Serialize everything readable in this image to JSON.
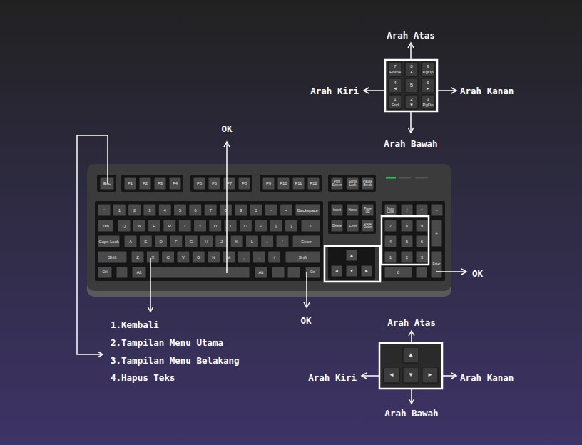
{
  "diagram": {
    "labels": [
      "Arah Atas",
      "Arah Kiri",
      "Arah Kanan",
      "Arah Bawah",
      "OK",
      "1.Kembali",
      "2.Tampilan Menu Utama",
      "3.Tampilan Menu Belakang",
      "4.Hapus Teks",
      "OK",
      "OK",
      "Arah Atas",
      "Arah Kiri",
      "Arah Kanan",
      "Arah Bawah",
      "Esc",
      "F1",
      "F2",
      "F3",
      "F4",
      "F5",
      "F6",
      "F7",
      "F8",
      "F9",
      "F10",
      "F11",
      "F12",
      "Print Screen",
      "Scroll Lock",
      "Pause Break",
      "`",
      "1",
      "2",
      "3",
      "4",
      "5",
      "6",
      "7",
      "8",
      "9",
      "0",
      "-",
      "=",
      "Backspace",
      "Insert",
      "Home",
      "Page Up",
      "Num Lock",
      "/",
      "*",
      "-",
      "Tab",
      "Q",
      "W",
      "E",
      "R",
      "T",
      "Y",
      "U",
      "I",
      "O",
      "P",
      "[",
      "]",
      "\\",
      "Delete",
      "End",
      "Page Down",
      "7",
      "8",
      "9",
      "+",
      "Caps Lock",
      "A",
      "S",
      "D",
      "F",
      "G",
      "H",
      "J",
      "K",
      "L",
      ";",
      "'",
      "Enter",
      "4",
      "5",
      "6",
      "Shift",
      "Z",
      "X",
      "C",
      "V",
      "B",
      "N",
      "M",
      ",",
      ".",
      "/",
      "Shift",
      "▲",
      "1",
      "2",
      "3",
      "Enter",
      "Ctrl",
      "Alt",
      "Alt",
      "Ctrl",
      "◄",
      "▼",
      "►",
      "0",
      ".",
      "7",
      "Home",
      "8",
      "▲",
      "9",
      "PgUp",
      "4",
      "◄",
      "5",
      "6",
      "►",
      "1",
      "End",
      "2",
      "▼",
      "3",
      "PgDn",
      "▲",
      "◄",
      "▼",
      "►"
    ]
  }
}
